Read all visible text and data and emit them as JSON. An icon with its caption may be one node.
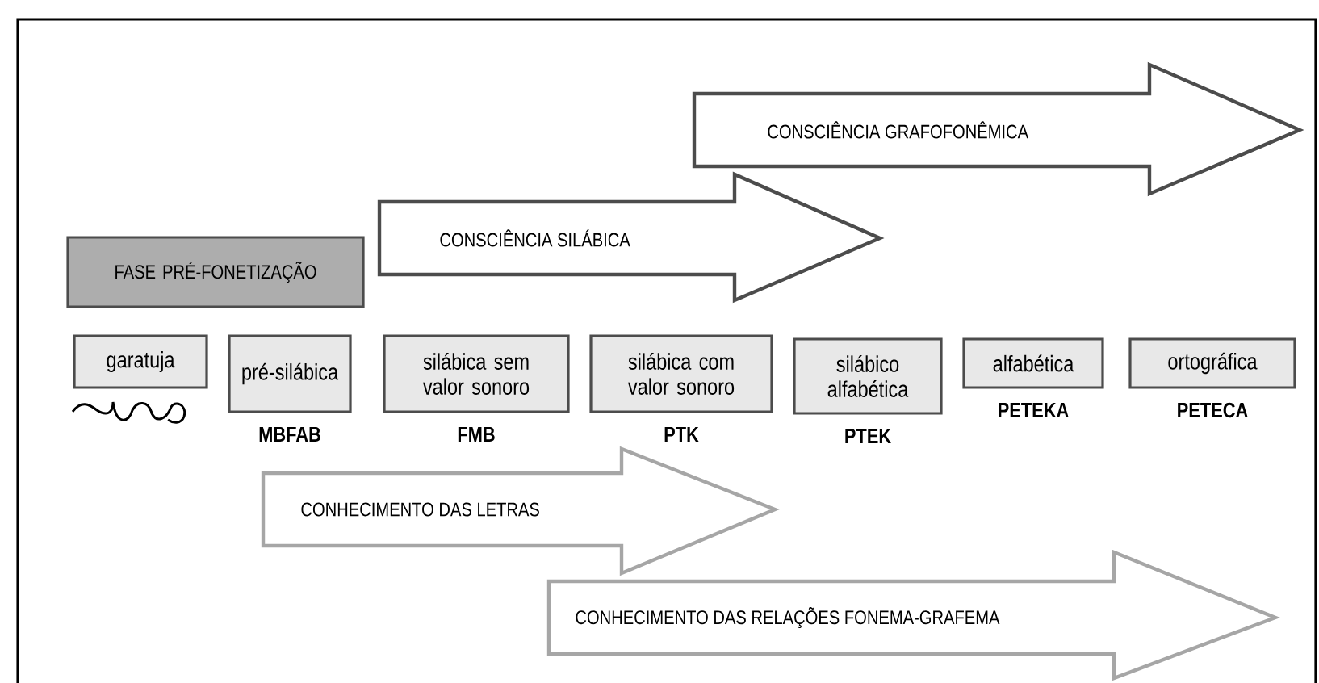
{
  "diagram": {
    "nodes": [
      {
        "text": [
          "CONSCIÊNCIA GRAFOFONÊMICA"
        ]
      },
      {
        "text": [
          "CONSCIÊNCIA SILÁBICA"
        ]
      },
      {
        "text": [
          "FASE PRÉ-FONETIZAÇÃO"
        ]
      },
      {
        "text": [
          "garatuja"
        ]
      },
      {
        "text": [
          "pré-silábica"
        ],
        "beside": [
          "MBFAB"
        ]
      },
      {
        "text": [
          "silábica sem valor sonoro"
        ],
        "beside": [
          "FMB"
        ]
      },
      {
        "text": [
          "silábica com valor sonoro"
        ],
        "beside": [
          "PTK"
        ]
      },
      {
        "text": [
          "silábico alfabética"
        ],
        "beside": [
          "PTEK"
        ]
      },
      {
        "text": [
          "alfabética"
        ],
        "beside": [
          "PETEKA"
        ]
      },
      {
        "text": [
          "ortográfica"
        ],
        "beside": [
          "PETECA"
        ]
      },
      {
        "text": [
          "CONHECIMENTO DAS LETRAS"
        ]
      },
      {
        "text": [
          "CONHECIMENTO DAS RELAÇÕES FONEMA-GRAFEMA"
        ]
      }
    ]
  }
}
